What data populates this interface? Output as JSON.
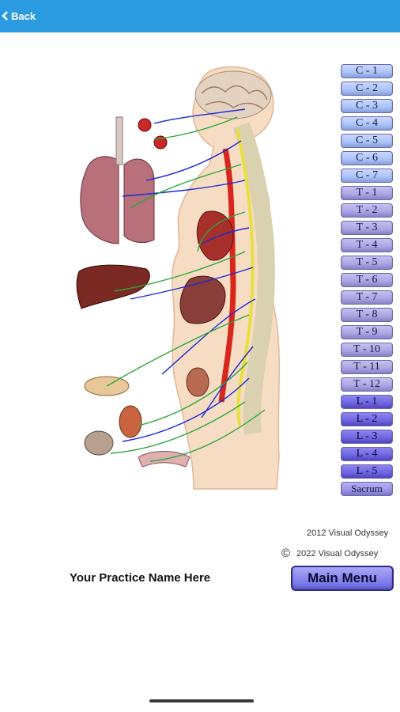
{
  "header": {
    "back_label": "Back",
    "back_icon": "chevron-left-icon",
    "accent": "#2a9be0"
  },
  "spine_levels": [
    {
      "label": "C - 1",
      "group": "c"
    },
    {
      "label": "C - 2",
      "group": "c"
    },
    {
      "label": "C - 3",
      "group": "c"
    },
    {
      "label": "C - 4",
      "group": "c"
    },
    {
      "label": "C - 5",
      "group": "c"
    },
    {
      "label": "C - 6",
      "group": "c"
    },
    {
      "label": "C - 7",
      "group": "c"
    },
    {
      "label": "T - 1",
      "group": "t"
    },
    {
      "label": "T - 2",
      "group": "t"
    },
    {
      "label": "T - 3",
      "group": "t"
    },
    {
      "label": "T - 4",
      "group": "t"
    },
    {
      "label": "T - 5",
      "group": "t"
    },
    {
      "label": "T - 6",
      "group": "t"
    },
    {
      "label": "T - 7",
      "group": "t"
    },
    {
      "label": "T - 8",
      "group": "t"
    },
    {
      "label": "T - 9",
      "group": "t"
    },
    {
      "label": "T - 10",
      "group": "t"
    },
    {
      "label": "T - 11",
      "group": "t"
    },
    {
      "label": "T - 12",
      "group": "t"
    },
    {
      "label": "L - 1",
      "group": "l"
    },
    {
      "label": "L - 2",
      "group": "l"
    },
    {
      "label": "L - 3",
      "group": "l"
    },
    {
      "label": "L - 4",
      "group": "l"
    },
    {
      "label": "L - 5",
      "group": "l"
    },
    {
      "label": "Sacrum",
      "group": "s"
    }
  ],
  "footer": {
    "copyright_1": "2012 Visual Odyssey",
    "copyright_2": "2022 Visual Odyssey",
    "copyright_symbol": "©",
    "practice_name": "Your Practice Name Here",
    "main_menu_label": "Main Menu"
  }
}
